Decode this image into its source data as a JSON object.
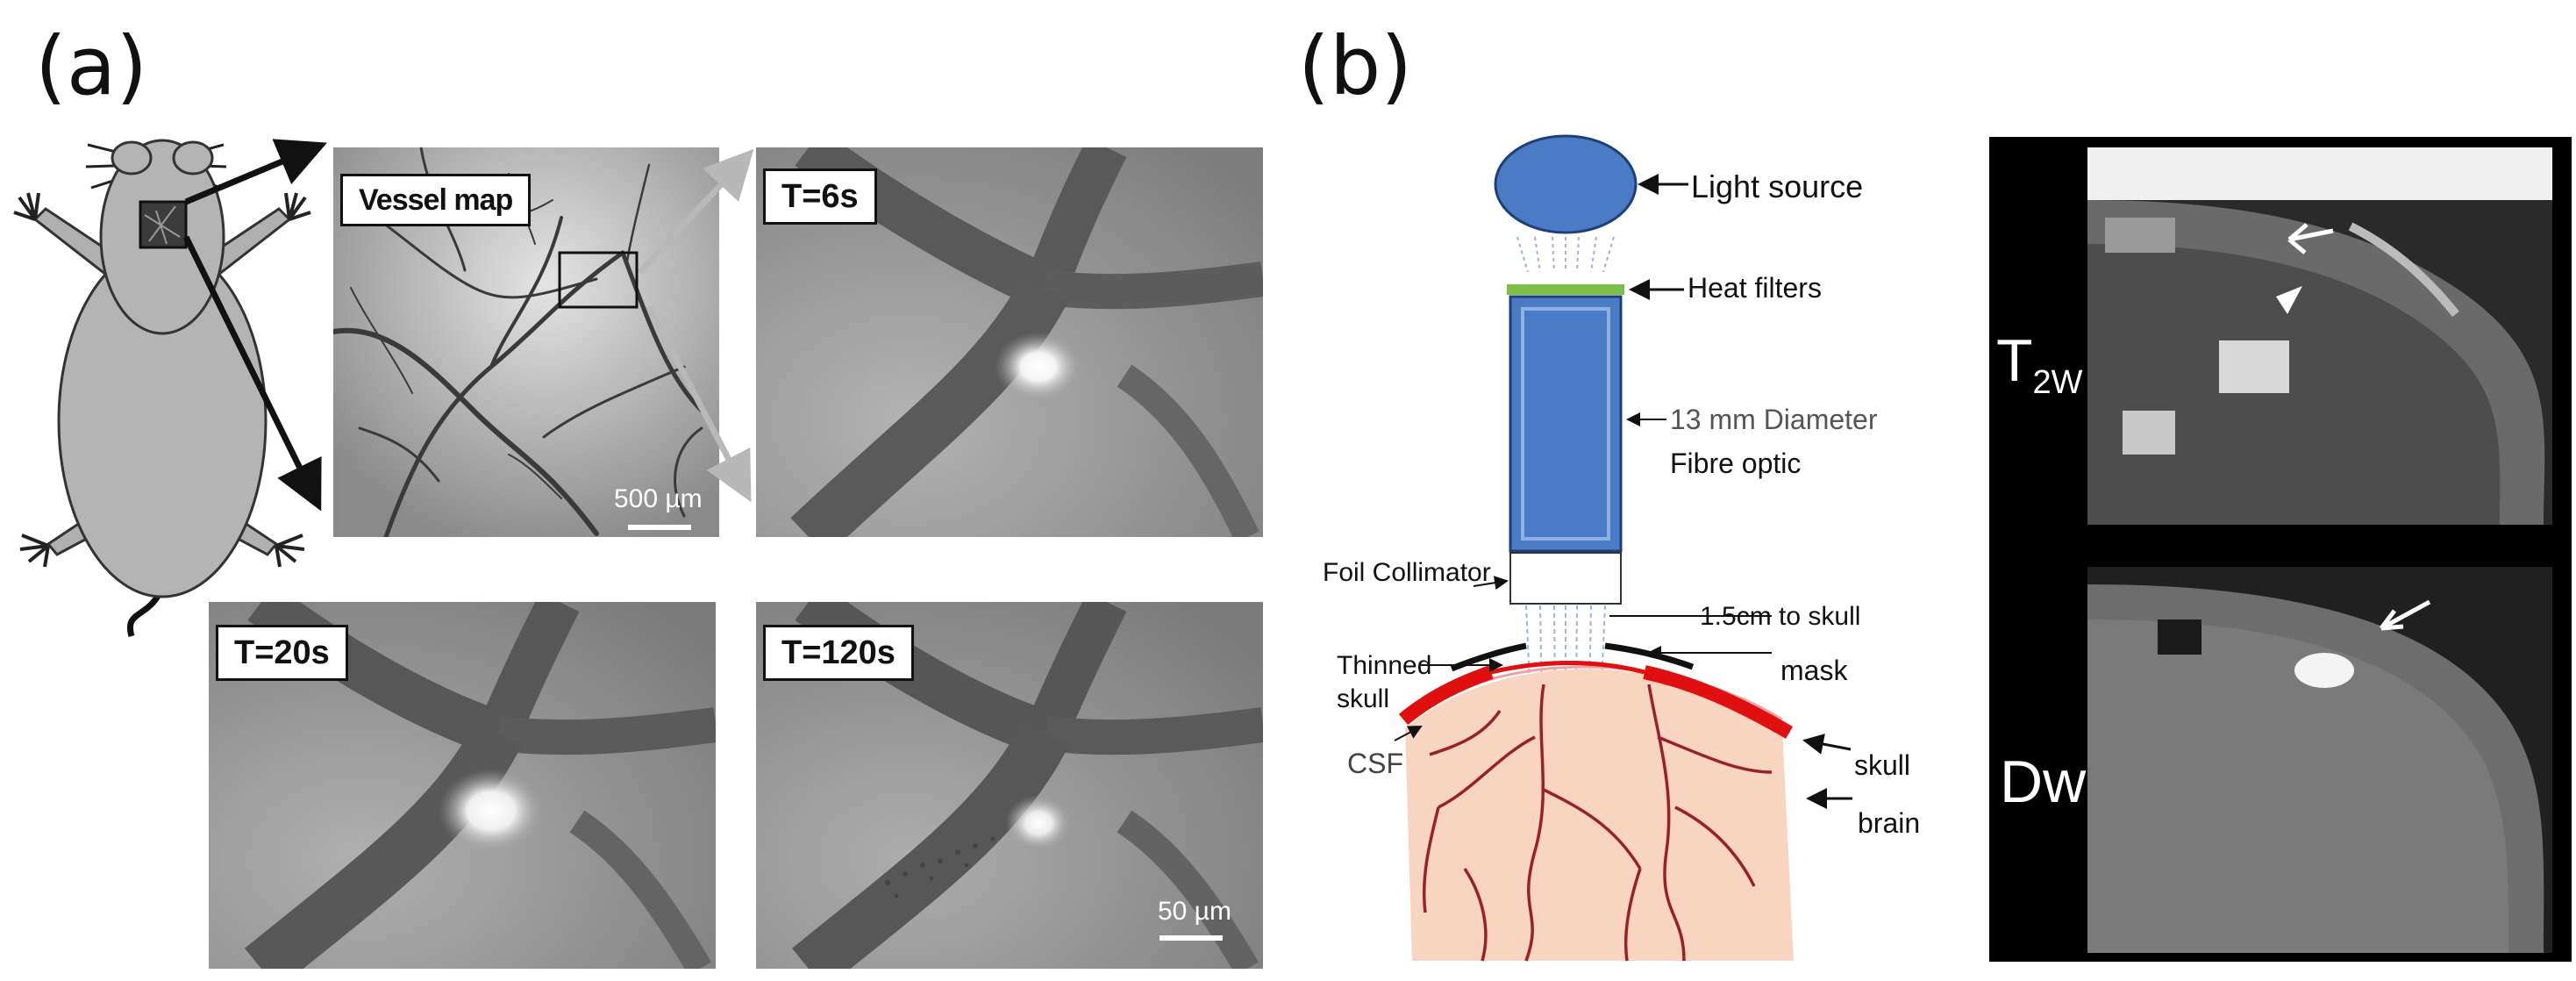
{
  "panel_a": {
    "letter": "(a)",
    "vessel_map": {
      "label": "Vessel map",
      "scale_label": "500 µm"
    },
    "frames": [
      {
        "label": "T=6s"
      },
      {
        "label": "T=20s"
      },
      {
        "label": "T=120s",
        "scale_label": "50 µm"
      }
    ]
  },
  "panel_b": {
    "letter": "(b)",
    "labels": {
      "light_source": "Light source",
      "heat_filters": "Heat filters",
      "diameter": "13 mm Diameter",
      "fibre_optic": "Fibre optic",
      "foil_collimator": "Foil Collimator",
      "distance": "1.5cm to skull",
      "mask": "mask",
      "thinned": "Thinned",
      "thinned_skull": "skull",
      "csf": "CSF",
      "skull": "skull",
      "brain": "brain"
    },
    "mri": {
      "t2w_main": "T",
      "t2w_sub": "2W",
      "dw": "Dw"
    }
  },
  "colors": {
    "light_source": "#4a7bc4",
    "fibre_optic": "#4a7bc4",
    "heat_filter": "#7cc04a",
    "skull": "#e01010",
    "brain": "#f7d5c0",
    "vessels": "#9a2030"
  }
}
